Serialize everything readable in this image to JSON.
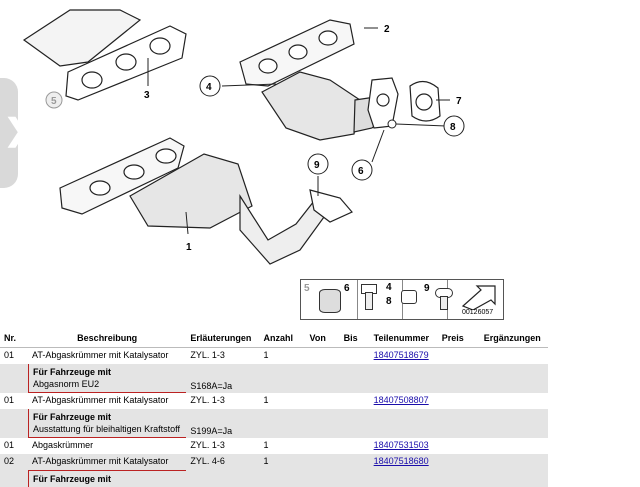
{
  "diagram": {
    "callouts": [
      "1",
      "2",
      "3",
      "4",
      "5",
      "6",
      "7",
      "8",
      "9"
    ],
    "legend": {
      "items": [
        "5",
        "6",
        "4",
        "8",
        "9"
      ],
      "code": "00126057"
    }
  },
  "table": {
    "headers": [
      "Nr.",
      "Beschreibung",
      "Erläuterungen",
      "Anzahl",
      "Von",
      "Bis",
      "Teilenummer",
      "Preis",
      "Ergänzungen"
    ],
    "rows": [
      {
        "nr": "01",
        "desc": "AT-Abgaskrümmer mit Katalysator",
        "expl": "ZYL. 1-3",
        "qty": "1",
        "part": "18407518679"
      },
      {
        "note_title": "Für Fahrzeuge mit",
        "note_text": "Abgasnorm EU2",
        "note_code": "S168A=Ja"
      },
      {
        "nr": "01",
        "desc": "AT-Abgaskrümmer mit Katalysator",
        "expl": "ZYL. 1-3",
        "qty": "1",
        "part": "18407508807"
      },
      {
        "note_title": "Für Fahrzeuge mit",
        "note_text": "Ausstattung für bleihaltigen Kraftstoff",
        "note_code": "S199A=Ja"
      },
      {
        "nr": "01",
        "desc": "Abgaskrümmer",
        "expl": "ZYL. 1-3",
        "qty": "1",
        "part": "18407531503"
      },
      {
        "nr": "02",
        "desc": "AT-Abgaskrümmer mit Katalysator",
        "expl": "ZYL. 4-6",
        "qty": "1",
        "part": "18407518680"
      },
      {
        "note_title": "Für Fahrzeuge mit"
      }
    ]
  }
}
